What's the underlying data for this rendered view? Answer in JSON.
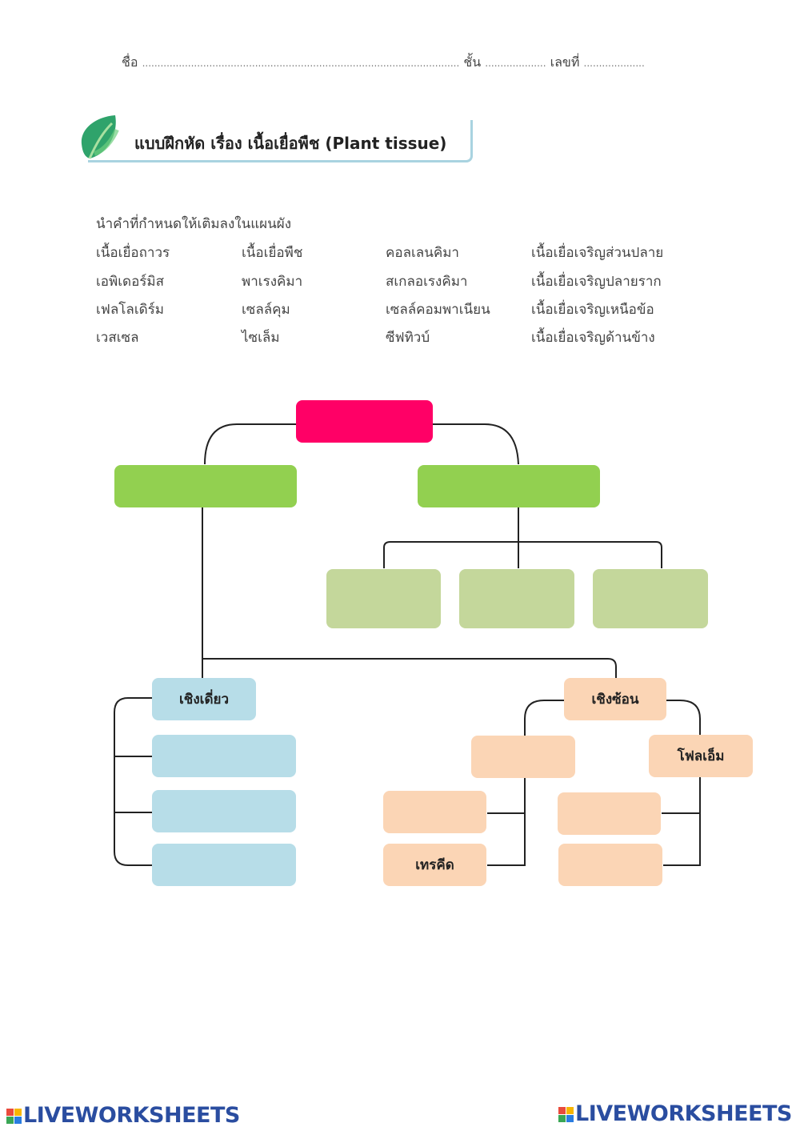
{
  "header": {
    "name_label": "ชื่อ",
    "name_dots": "........................................................................................................",
    "class_label": "ชั้น",
    "class_dots": "....................",
    "number_label": "เลขที่",
    "number_dots": "...................."
  },
  "title": "แบบฝึกหัด เรื่อง เนื้อเยื่อพืช (Plant tissue)",
  "instruction": "นำคำที่กำหนดให้เติมลงในแผนผัง",
  "word_bank": [
    [
      "เนื้อเยื่อถาวร",
      "เนื้อเยื่อพืช",
      "คอลเลนคิมา",
      "เนื้อเยื่อเจริญส่วนปลาย"
    ],
    [
      "เอพิเดอร์มิส",
      "พาเรงคิมา",
      "สเกลอเรงคิมา",
      "เนื้อเยื่อเจริญปลายราก"
    ],
    [
      "เฟลโลเดิร์ม",
      "เซลล์คุม",
      "เซลล์คอมพาเนียน",
      "เนื้อเยื่อเจริญเหนือข้อ"
    ],
    [
      "เวสเซล",
      "ไซเล็ม",
      "ซีฟทิวบ์",
      "เนื้อเยื่อเจริญด้านข้าง"
    ]
  ],
  "diagram": {
    "simple_label": "เชิงเดี่ยว",
    "complex_label": "เชิงซ้อน",
    "phloem_label": "โฟลเอ็ม",
    "tracheid_label": "เทรคีด"
  },
  "footer": {
    "left_brand": "LIVEWORKSHEETS",
    "right_brand": "LIVEWORKSHEETS"
  },
  "colors": {
    "root": "#ff0066",
    "level1": "#92d050",
    "meristem": "#c4d79b",
    "simple": "#b7dde8",
    "complex": "#fbd5b5"
  }
}
